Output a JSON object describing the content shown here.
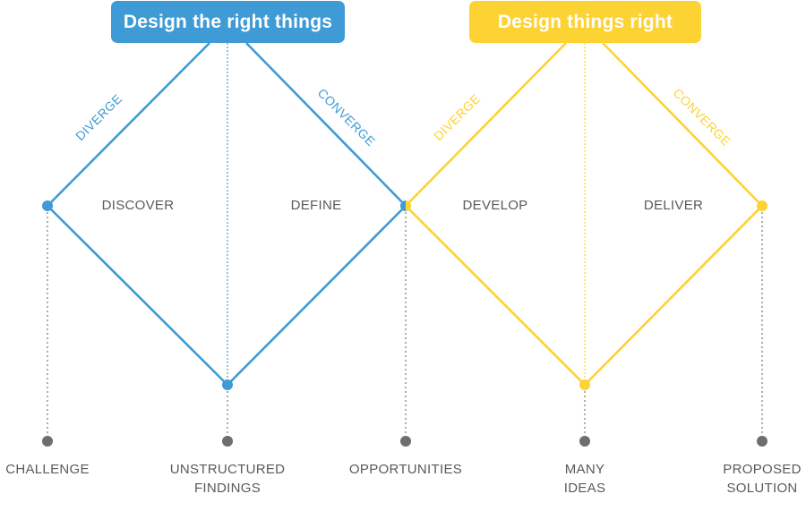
{
  "colors": {
    "blue": "#3e9bd5",
    "yellow": "#fdd233",
    "gray": "#6e6e6e",
    "text": "#5a5a5a"
  },
  "headers": {
    "left": "Design the right things",
    "right": "Design things right"
  },
  "stages": {
    "discover": "DISCOVER",
    "define": "DEFINE",
    "develop": "DEVELOP",
    "deliver": "DELIVER"
  },
  "phases": {
    "diverge_1": "DIVERGE",
    "converge_1": "CONVERGE",
    "diverge_2": "DIVERGE",
    "converge_2": "CONVERGE"
  },
  "milestones": {
    "challenge": [
      "CHALLENGE"
    ],
    "unstructured_findings": [
      "UNSTRUCTURED",
      "FINDINGS"
    ],
    "opportunities": [
      "OPPORTUNITIES"
    ],
    "many_ideas": [
      "MANY",
      "IDEAS"
    ],
    "proposed_solution": [
      "PROPOSED",
      "SOLUTION"
    ]
  }
}
